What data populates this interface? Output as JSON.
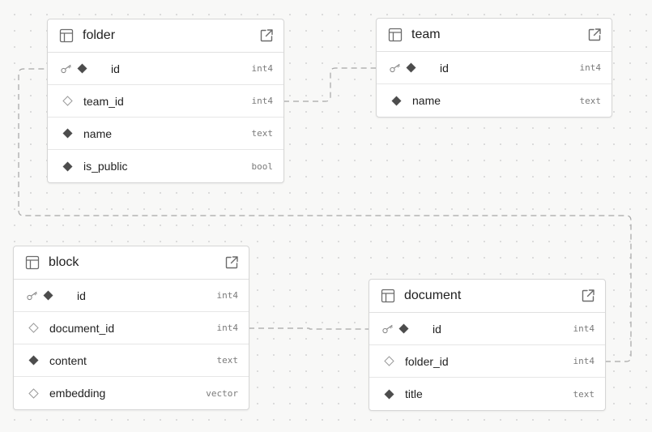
{
  "tables": [
    {
      "key": "folder",
      "name": "folder",
      "columns": [
        {
          "name": "id",
          "type": "int4",
          "pk": true,
          "nullable": false
        },
        {
          "name": "team_id",
          "type": "int4",
          "pk": false,
          "nullable": true
        },
        {
          "name": "name",
          "type": "text",
          "pk": false,
          "nullable": false
        },
        {
          "name": "is_public",
          "type": "bool",
          "pk": false,
          "nullable": false
        }
      ]
    },
    {
      "key": "team",
      "name": "team",
      "columns": [
        {
          "name": "id",
          "type": "int4",
          "pk": true,
          "nullable": false
        },
        {
          "name": "name",
          "type": "text",
          "pk": false,
          "nullable": false
        }
      ]
    },
    {
      "key": "block",
      "name": "block",
      "columns": [
        {
          "name": "id",
          "type": "int4",
          "pk": true,
          "nullable": false
        },
        {
          "name": "document_id",
          "type": "int4",
          "pk": false,
          "nullable": true
        },
        {
          "name": "content",
          "type": "text",
          "pk": false,
          "nullable": false
        },
        {
          "name": "embedding",
          "type": "vector",
          "pk": false,
          "nullable": true
        }
      ]
    },
    {
      "key": "document",
      "name": "document",
      "columns": [
        {
          "name": "id",
          "type": "int4",
          "pk": true,
          "nullable": false
        },
        {
          "name": "folder_id",
          "type": "int4",
          "pk": false,
          "nullable": true
        },
        {
          "name": "title",
          "type": "text",
          "pk": false,
          "nullable": false
        }
      ]
    }
  ],
  "relations": [
    {
      "from": "folder.team_id",
      "to": "team.id"
    },
    {
      "from": "document.folder_id",
      "to": "folder.id"
    },
    {
      "from": "block.document_id",
      "to": "document.id"
    }
  ],
  "colors": {
    "edge": "#a6a6a6",
    "marker": "#4d4d4d",
    "icon": "#6b6b6b"
  }
}
